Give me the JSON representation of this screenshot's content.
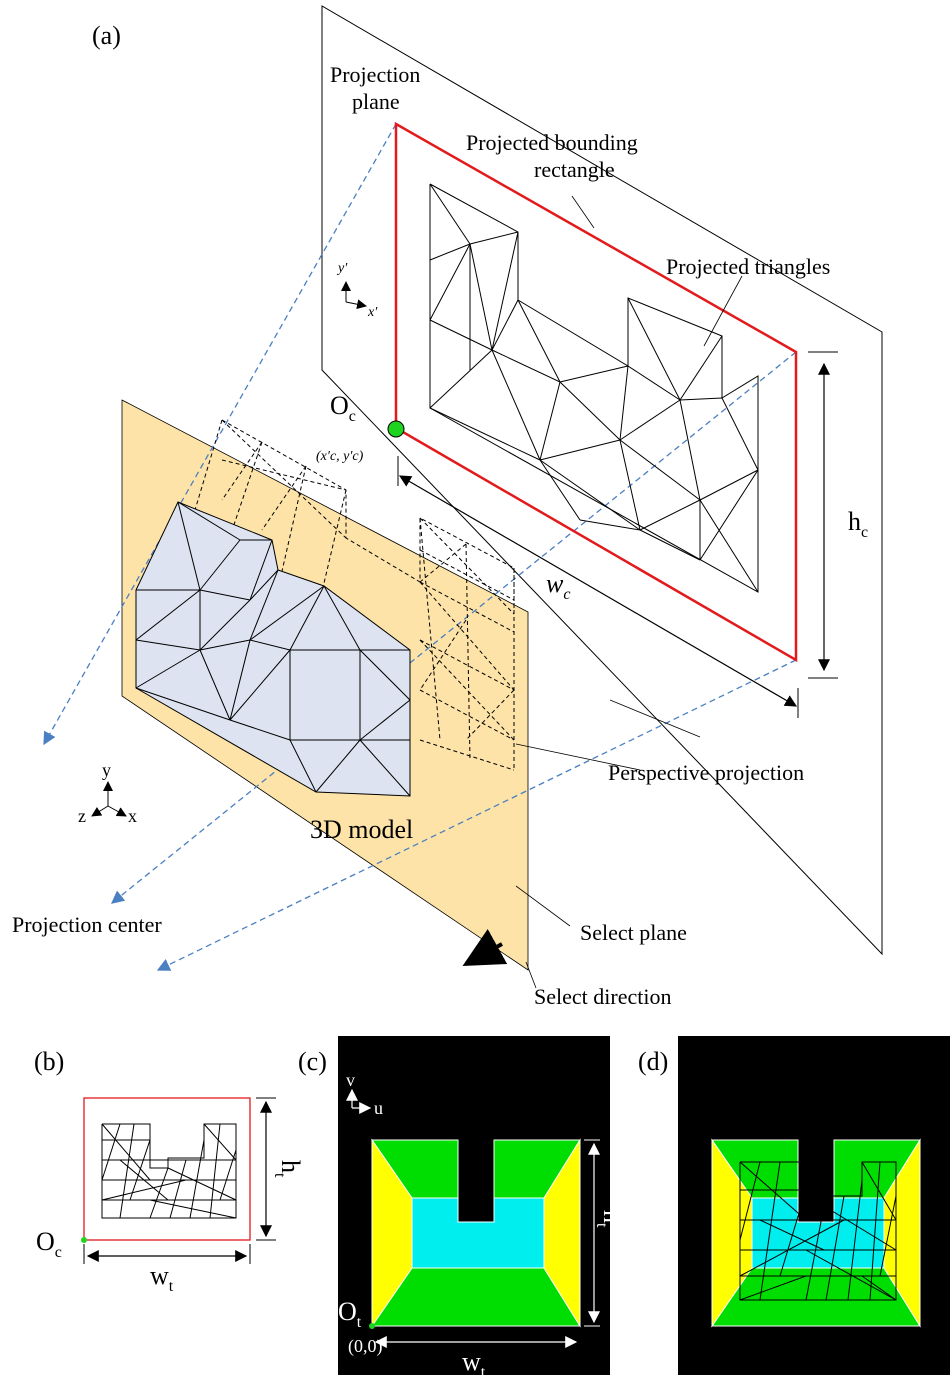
{
  "panels": {
    "a": "(a)",
    "b": "(b)",
    "c": "(c)",
    "d": "(d)"
  },
  "labels": {
    "projection_plane": "Projection\nplane",
    "projected_bounding_rectangle": "Projected bounding\nrectangle",
    "projected_triangles": "Projected triangles",
    "oc_main": "O",
    "oc_sub": "c",
    "oc_coord": "(x′c, y′c)",
    "wc": "w",
    "wc_sub": "c",
    "hc": "h",
    "hc_sub": "c",
    "perspective_projection": "Perspective projection",
    "model_3d": "3D model",
    "projection_center": "Projection center",
    "select_plane": "Select plane",
    "select_direction": "Select direction",
    "axis_y_prime": "y′",
    "axis_x_prime": "x′",
    "axis_y": "y",
    "axis_x": "x",
    "axis_z": "z",
    "b_ht": "h",
    "b_ht_sub": "t",
    "b_wt": "w",
    "b_wt_sub": "t",
    "b_oc": "O",
    "b_oc_sub": "c",
    "c_v": "v",
    "c_u": "u",
    "c_ht": "h",
    "c_ht_sub": "t",
    "c_wt": "w",
    "c_wt_sub": "t",
    "c_ot": "O",
    "c_ot_sub": "t",
    "c_origin": "(0,0)"
  },
  "colors": {
    "red_rect": "#e31a1c",
    "select_plane": "#fde3a8",
    "model_face": "#dde3f0",
    "projection_ray": "#4a7fc1",
    "oc_point": "#1fd41f",
    "green": "#00dd00",
    "yellow": "#ffff00",
    "cyan": "#00eeee",
    "black": "#000000"
  }
}
